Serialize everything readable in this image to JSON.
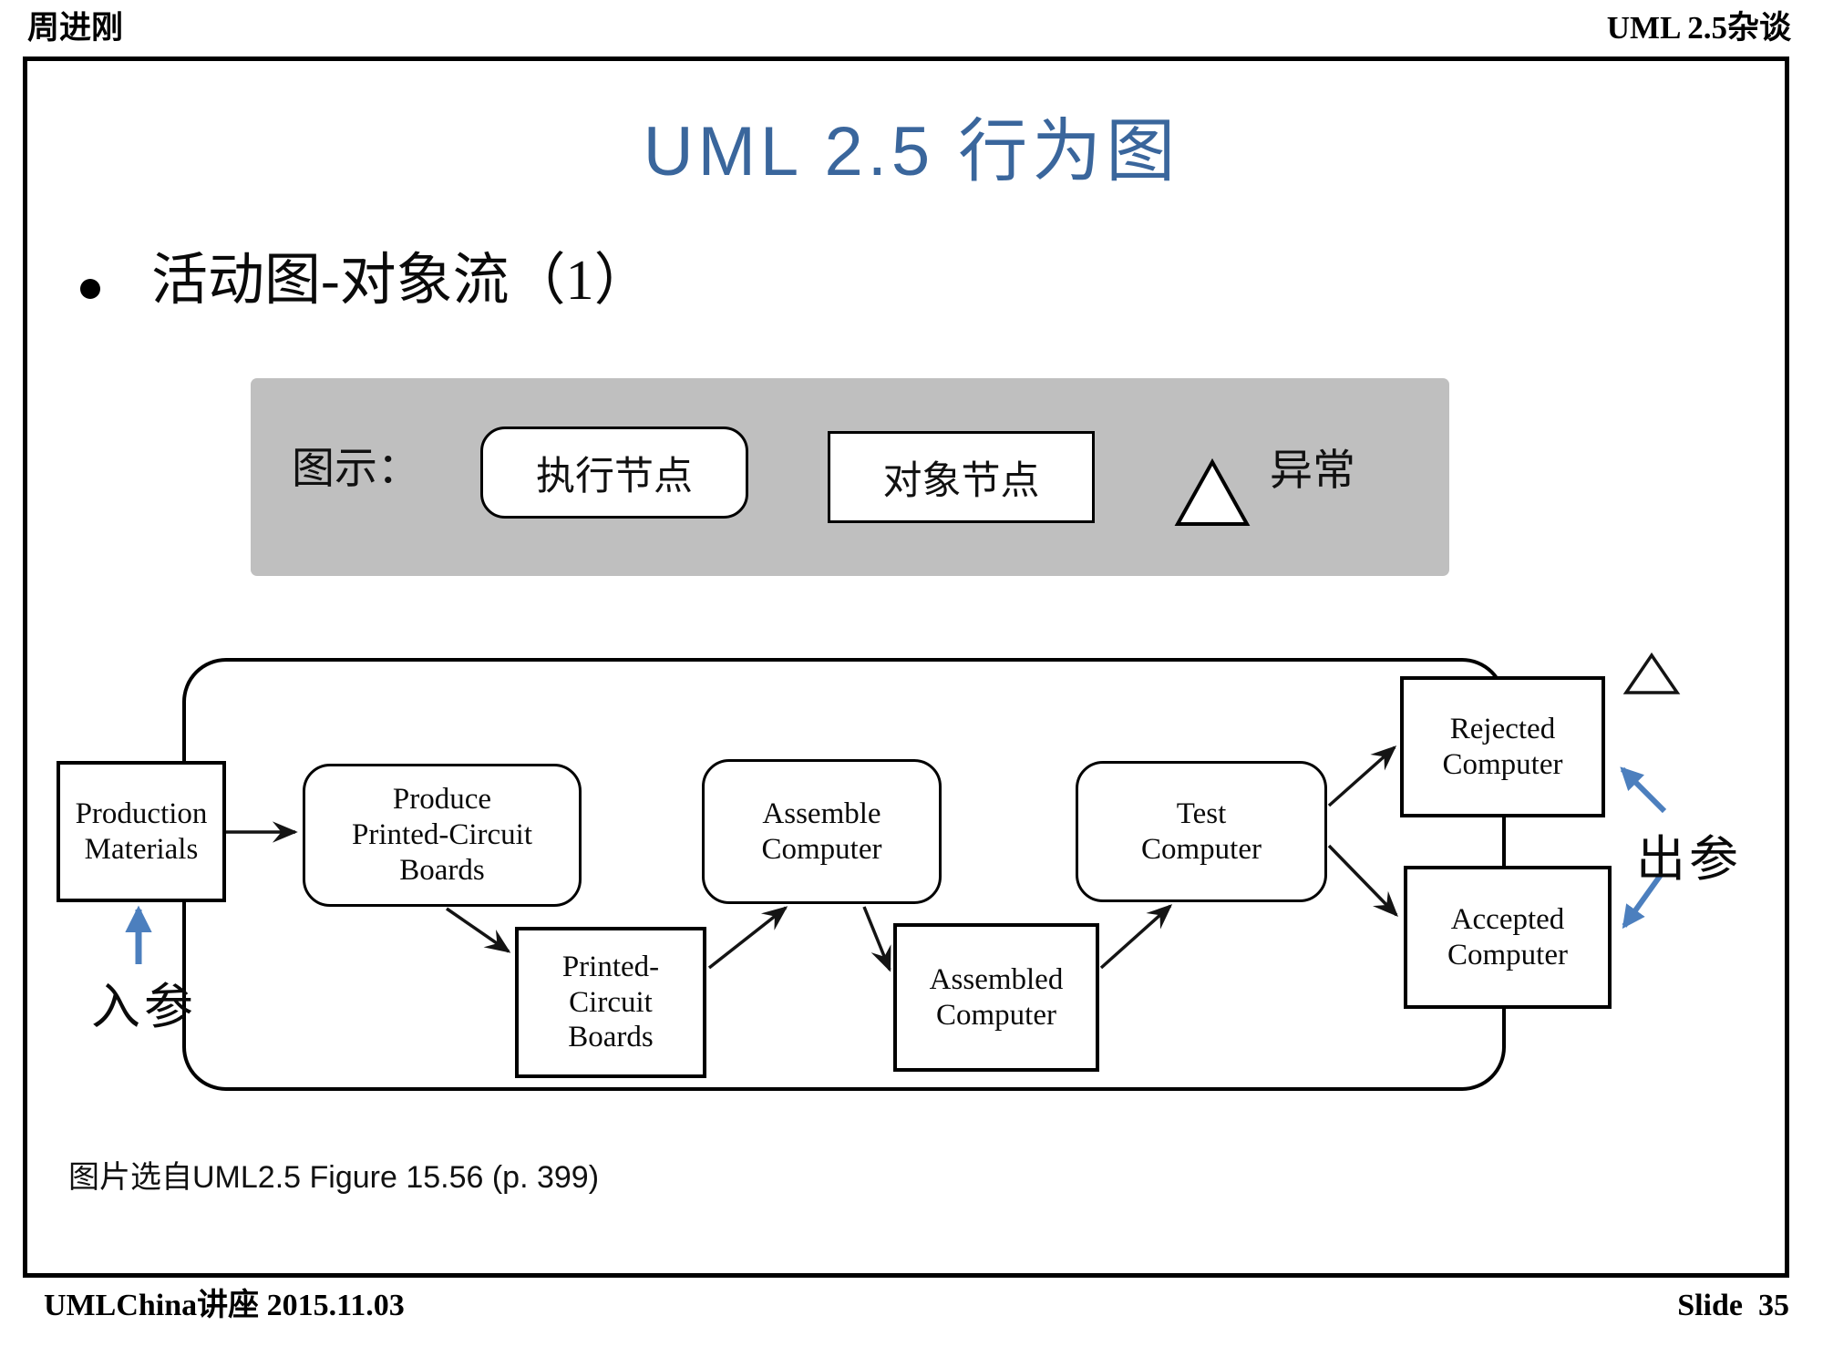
{
  "page": {
    "header_left": "周进刚",
    "header_right": "UML 2.5杂谈",
    "footer_left": "UMLChina讲座 2015.11.03",
    "footer_right": "Slide  35"
  },
  "slide": {
    "title": "UML 2.5 行为图",
    "bullet": "活动图-对象流（1）",
    "legend": {
      "label": "图示：",
      "exec_node": "执行节点",
      "object_node": "对象节点",
      "exception": "异常"
    },
    "diagram": {
      "nodes": [
        {
          "id": "production-materials",
          "type": "object",
          "label": "Production\nMaterials"
        },
        {
          "id": "produce-printed-circuit-boards",
          "type": "action",
          "label": "Produce\nPrinted-Circuit\nBoards"
        },
        {
          "id": "printed-circuit-boards",
          "type": "object",
          "label": "Printed-\nCircuit\nBoards"
        },
        {
          "id": "assemble-computer",
          "type": "action",
          "label": "Assemble\nComputer"
        },
        {
          "id": "assembled-computer",
          "type": "object",
          "label": "Assembled\nComputer"
        },
        {
          "id": "test-computer",
          "type": "action",
          "label": "Test\nComputer"
        },
        {
          "id": "rejected-computer",
          "type": "object",
          "label": "Rejected\nComputer"
        },
        {
          "id": "accepted-computer",
          "type": "object",
          "label": "Accepted\nComputer"
        }
      ],
      "annotations": {
        "input_param": "入参",
        "output_param": "出参"
      },
      "caption": "图片选自UML2.5 Figure 15.56 (p. 399)"
    }
  },
  "colors": {
    "title_blue": "#3A669C",
    "param_blue": "#4C7FBE",
    "legend_gray": "#BFBFBF"
  }
}
